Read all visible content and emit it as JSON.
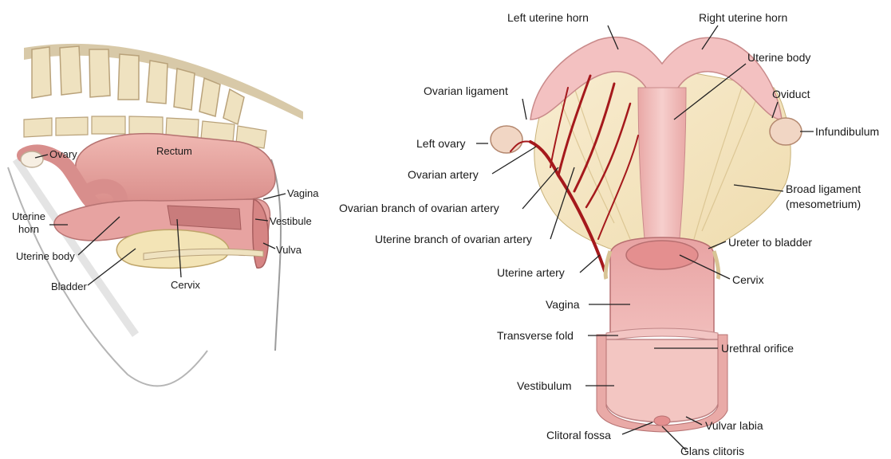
{
  "lateral_view": {
    "labels": {
      "ovary": "Ovary",
      "rectum": "Rectum",
      "vagina": "Vagina",
      "vestibule": "Vestibule",
      "uterine_horn_1": "Uterine",
      "uterine_horn_2": "horn",
      "vulva": "Vulva",
      "uterine_body": "Uterine body",
      "bladder": "Bladder",
      "cervix": "Cervix"
    }
  },
  "dorsal_view": {
    "labels": {
      "left_uterine_horn": "Left uterine horn",
      "right_uterine_horn": "Right uterine horn",
      "uterine_body": "Uterine body",
      "ovarian_ligament": "Ovarian ligament",
      "oviduct": "Oviduct",
      "left_ovary": "Left ovary",
      "infundibulum": "Infundibulum",
      "ovarian_artery": "Ovarian artery",
      "broad_ligament_1": "Broad ligament",
      "broad_ligament_2": "(mesometrium)",
      "ovarian_branch": "Ovarian branch of ovarian artery",
      "uterine_branch": "Uterine branch of ovarian artery",
      "ureter": "Ureter to bladder",
      "uterine_artery": "Uterine artery",
      "cervix": "Cervix",
      "vagina": "Vagina",
      "transverse_fold": "Transverse fold",
      "urethral_orifice": "Urethral orifice",
      "vestibulum": "Vestibulum",
      "vulvar_labia": "Vulvar labia",
      "clitoral_fossa": "Clitoral fossa",
      "glans_clitoris": "Glans clitoris"
    }
  }
}
